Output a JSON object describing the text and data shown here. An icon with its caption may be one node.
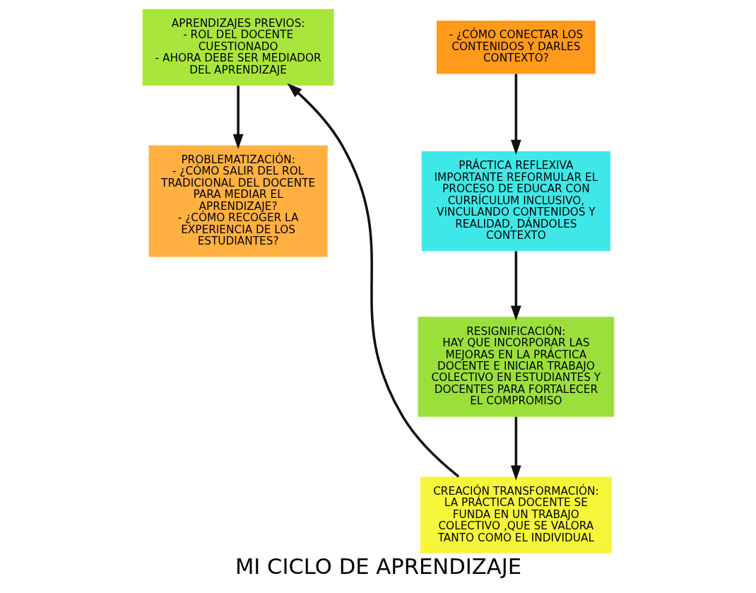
{
  "diagram": {
    "title": "MI CICLO DE APRENDIZAJE",
    "nodes": [
      {
        "text": [
          "APRENDIZAJES PREVIOS:",
          "- ROL DEL DOCENTE CUESTIONADO",
          "- AHORA DEBE SER MEDIADOR DEL APRENDIZAJE"
        ]
      },
      {
        "text": [
          "PROBLEMATIZACIÓN:",
          "- ¿CÓMO SALIR DEL ROL TRADICIONAL DEL DOCENTE PARA MEDIAR EL APRENDIZAJE?",
          "- ¿CÓMO RECOGER LA EXPERIENCIA DE LOS ESTUDIANTES?"
        ]
      },
      {
        "text": [
          "- ¿CÓMO CONECTAR LOS CONTENIDOS Y DARLES CONTEXTO?"
        ]
      },
      {
        "text": [
          "PRÁCTICA REFLEXIVA",
          "IMPORTANTE REFORMULAR EL PROCESO DE EDUCAR CON CURRÍCULUM INCLUSIVO, VINCULANDO CONTENIDOS Y REALIDAD, DÁNDOLES CONTEXTO"
        ]
      },
      {
        "text": [
          "RESIGNIFICACIÓN:",
          "HAY QUE INCORPORAR LAS MEJORAS EN LA PRÁCTICA DOCENTE E INICIAR TRABAJO COLECTIVO EN ESTUDIANTES Y DOCENTES PARA FORTALECER EL COMPROMISO"
        ]
      },
      {
        "text": [
          "CREACIÓN TRANSFORMACIÓN:",
          "LA PRÁCTICA DOCENTE SE FUNDA EN UN TRABAJO COLECTIVO ,QUE SE VALORA TANTO COMO EL INDIVIDUAL"
        ]
      }
    ],
    "edges": [
      {
        "from": 5,
        "to": 0,
        "arrow": "to"
      },
      {
        "from": 0,
        "to": 1,
        "arrow": "to"
      },
      {
        "from": 2,
        "to": 3,
        "arrow": "to"
      },
      {
        "from": 3,
        "to": 4,
        "arrow": "to"
      },
      {
        "from": 4,
        "to": 5,
        "arrow": "to"
      }
    ]
  }
}
